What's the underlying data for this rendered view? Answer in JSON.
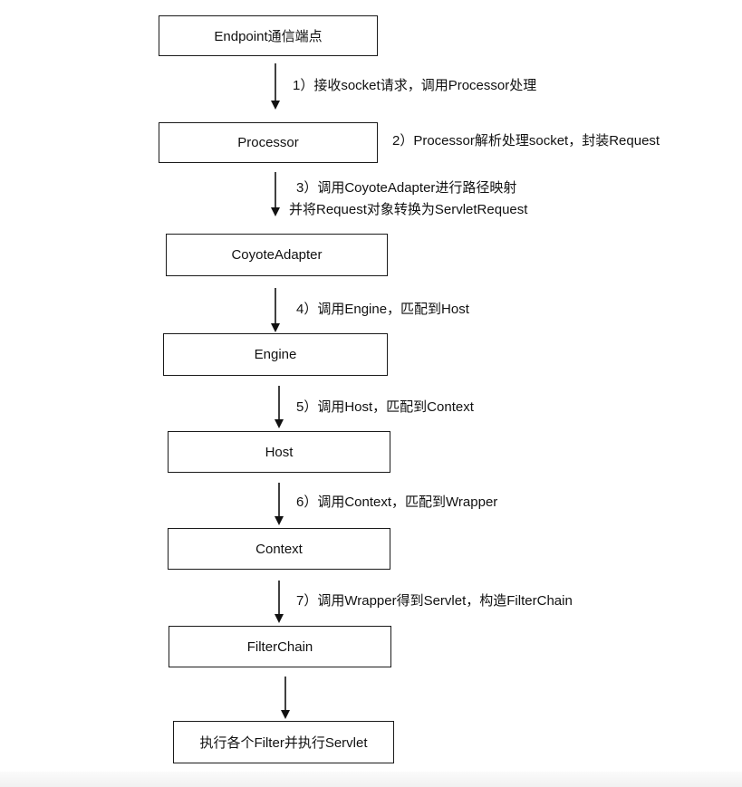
{
  "boxes": {
    "endpoint": "Endpoint通信端点",
    "processor": "Processor",
    "coyote_adapter": "CoyoteAdapter",
    "engine": "Engine",
    "host": "Host",
    "context": "Context",
    "filter_chain": "FilterChain",
    "final": "执行各个Filter并执行Servlet"
  },
  "steps": {
    "step1": "1）接收socket请求，调用Processor处理",
    "step2": "2）Processor解析处理socket，封装Request",
    "step3_line1": "3）调用CoyoteAdapter进行路径映射",
    "step3_line2": "并将Request对象转换为ServletRequest",
    "step4": "4）调用Engine，匹配到Host",
    "step5": "5）调用Host，匹配到Context",
    "step6": "6）调用Context，匹配到Wrapper",
    "step7": "7）调用Wrapper得到Servlet，构造FilterChain"
  }
}
